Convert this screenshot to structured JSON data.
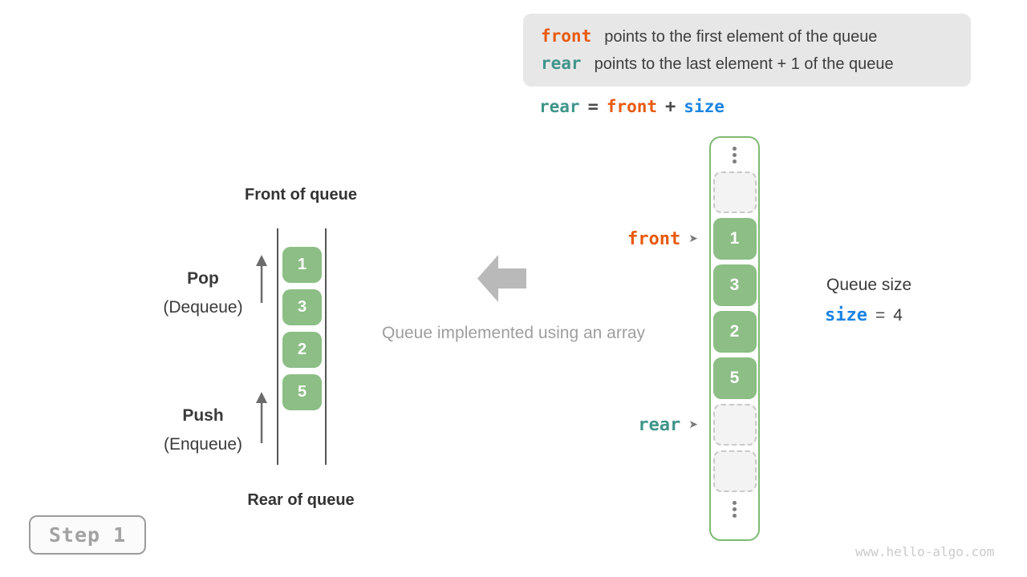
{
  "info_box": {
    "line1": {
      "code": "front",
      "text": "points to the first element of the queue"
    },
    "line2": {
      "code": "rear",
      "text": "points to the last element + 1 of the queue"
    }
  },
  "formula": {
    "lhs": "rear",
    "eq": "=",
    "mid": "front",
    "plus": "+",
    "rhs": "size"
  },
  "abstract_queue": {
    "front_label": "Front of queue",
    "rear_label": "Rear of queue",
    "pop_title": "Pop",
    "pop_subtitle": "(Dequeue)",
    "push_title": "Push",
    "push_subtitle": "(Enqueue)",
    "values": [
      "1",
      "3",
      "2",
      "5"
    ]
  },
  "center": {
    "caption": "Queue implemented using an array"
  },
  "array_view": {
    "front_pointer": "front",
    "rear_pointer": "rear",
    "pointer_arrow": "➤",
    "cells": [
      {
        "type": "ellipsis"
      },
      {
        "type": "empty"
      },
      {
        "type": "value",
        "value": "1"
      },
      {
        "type": "value",
        "value": "3"
      },
      {
        "type": "value",
        "value": "2"
      },
      {
        "type": "value",
        "value": "5"
      },
      {
        "type": "empty"
      },
      {
        "type": "empty"
      },
      {
        "type": "ellipsis"
      }
    ]
  },
  "queue_size": {
    "label": "Queue size",
    "code": "size",
    "equals": "=",
    "value": "4"
  },
  "step_badge": {
    "label": "Step 1"
  },
  "watermark": "www.hello-algo.com",
  "colors": {
    "front": "#e8590c",
    "rear": "#3f9589",
    "size": "#1a84e3",
    "cell_green": "#8cbe85",
    "container_border": "#7eba72"
  }
}
